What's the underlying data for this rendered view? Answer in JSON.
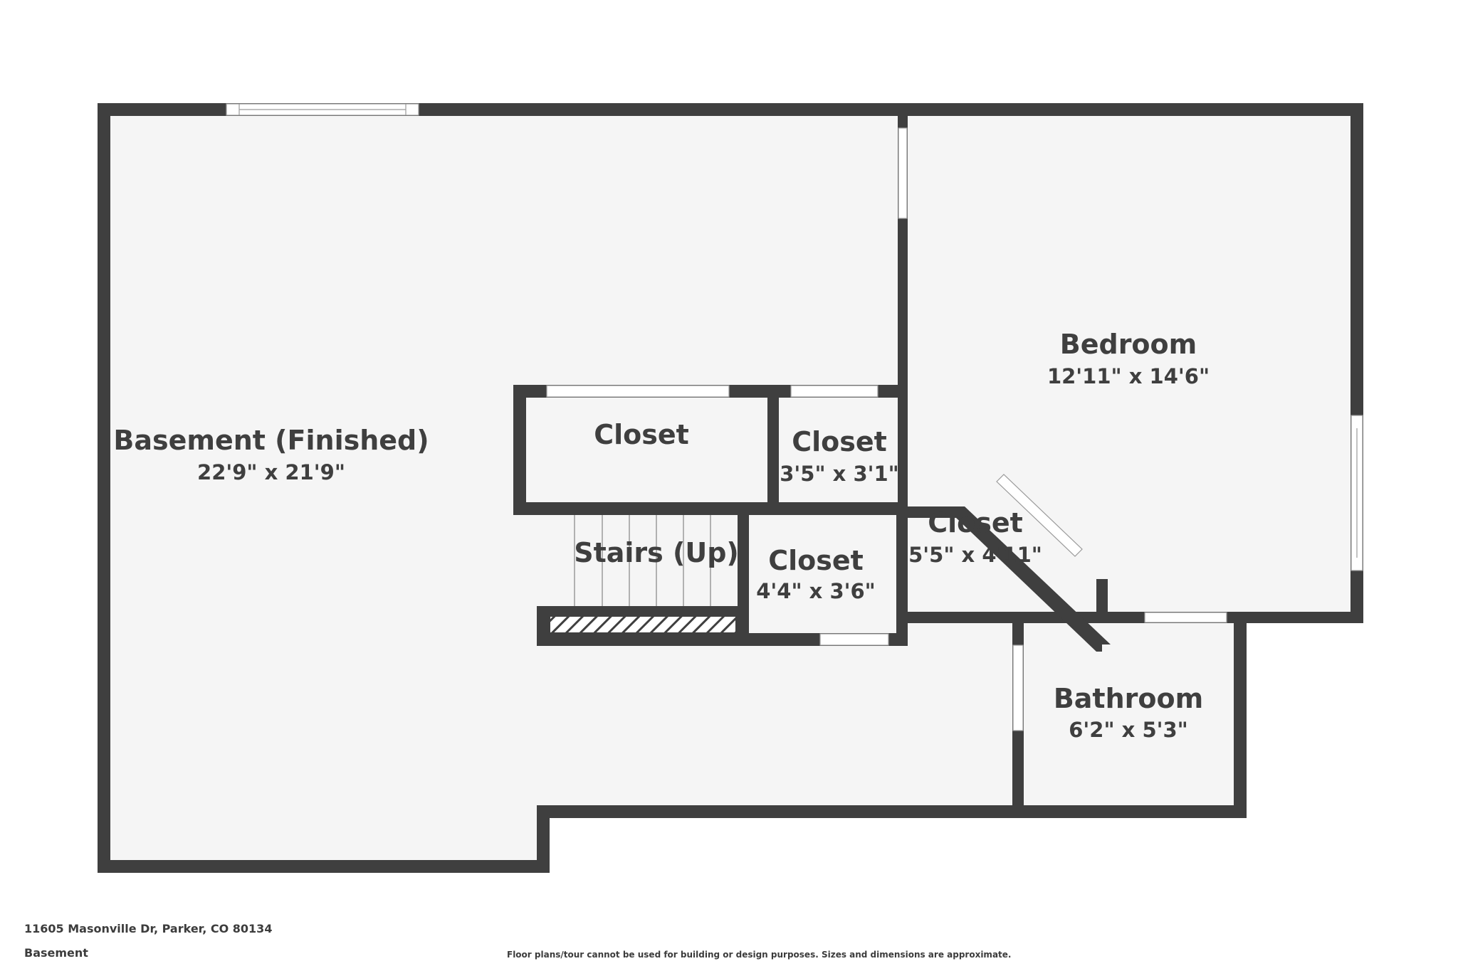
{
  "colors": {
    "wall": "#3f3f3f",
    "floor": "#f5f5f5",
    "text": "#3f3f3f",
    "window": "#ffffff",
    "background": "#ffffff"
  },
  "rooms": {
    "basement": {
      "name": "Basement (Finished)",
      "dims": "22'9\" x 21'9\""
    },
    "bedroom": {
      "name": "Bedroom",
      "dims": "12'11\" x 14'6\""
    },
    "closet_top_left": {
      "name": "Closet"
    },
    "closet_top_right": {
      "name": "Closet",
      "dims": "3'5\" x 3'1\""
    },
    "closet_angled": {
      "name": "Closet",
      "dims": "5'5\" x 4'11\""
    },
    "closet_small": {
      "name": "Closet",
      "dims": "4'4\" x 3'6\""
    },
    "stairs": {
      "name": "Stairs (Up)"
    },
    "bathroom": {
      "name": "Bathroom",
      "dims": "6'2\" x 5'3\""
    }
  },
  "footer": {
    "address": "11605 Masonville Dr, Parker, CO 80134",
    "level": "Basement",
    "disclaimer": "Floor plans/tour cannot be used for building or design purposes. Sizes and dimensions are approximate."
  }
}
